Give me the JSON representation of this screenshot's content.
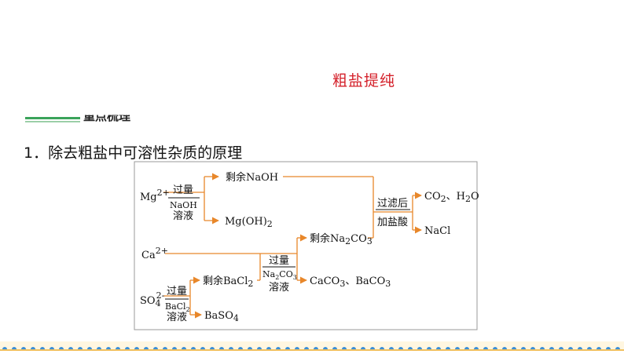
{
  "slide": {
    "title": "粗盐提纯",
    "section_tag": "重点梳理",
    "heading": "1．除去粗盐中可溶性杂质的原理"
  },
  "diagram": {
    "mg_ion": "Mg",
    "mg_charge": "2+",
    "ca_ion": "Ca",
    "ca_charge": "2+",
    "so4_ion": "SO",
    "so4_sub": "4",
    "so4_charge": "2-",
    "step1_top": "过量",
    "step1_reagent": "NaOH",
    "step1_bottom": "溶液",
    "step2_top": "过量",
    "step2_reagent": "BaCl",
    "step2_reagent_sub": "2",
    "step2_bottom": "溶液",
    "step3_top": "过量",
    "step3_reagent": "Na",
    "step3_reagent_sub": "2",
    "step3_reagent_mid": "CO",
    "step3_reagent_sub2": "3",
    "step3_bottom": "溶液",
    "step4_top": "过滤后",
    "step4_bottom": "加盐酸",
    "remain_naoh": "剩余NaOH",
    "mgoh2_a": "Mg(OH)",
    "mgoh2_sub": "2",
    "remain_bacl2_a": "剩余BaCl",
    "remain_bacl2_sub": "2",
    "baso4_a": "BaSO",
    "baso4_sub": "4",
    "remain_na2co3_a": "剩余Na",
    "remain_na2co3_sub": "2",
    "remain_na2co3_b": "CO",
    "remain_na2co3_sub2": "3",
    "caco3_a": "CaCO",
    "caco3_sub": "3",
    "caco3_sep": "、BaCO",
    "baco3_sub": "3",
    "co2_a": "CO",
    "co2_sub": "2",
    "co2_sep": "、H",
    "h2o_sub": "2",
    "h2o_o": "O",
    "nacl": "NaCl"
  },
  "colors": {
    "title": "#d4202a",
    "arrow": "#e8872a",
    "frame": "#9a9a9a",
    "ornament": "#3b8fd6"
  }
}
